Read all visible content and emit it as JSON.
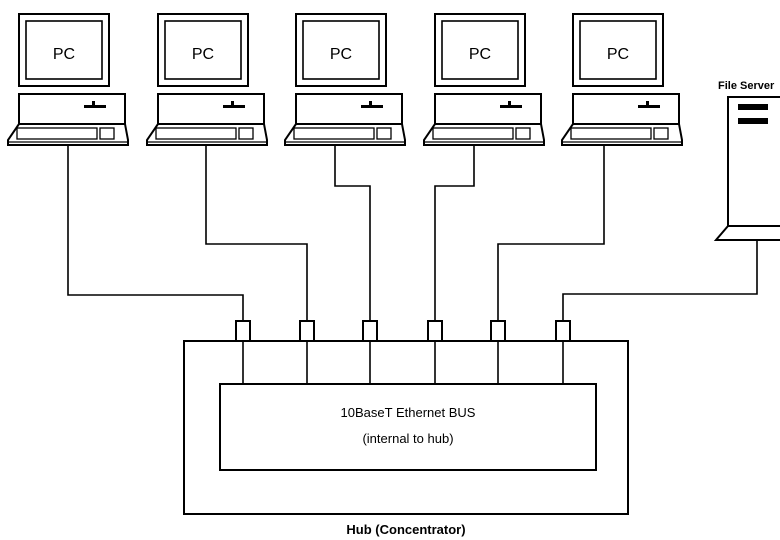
{
  "pc_label": "PC",
  "file_server_label": "File Server",
  "bus_line1": "10BaseT Ethernet BUS",
  "bus_line2": "(internal to hub)",
  "hub_label": "Hub (Concentrator)"
}
